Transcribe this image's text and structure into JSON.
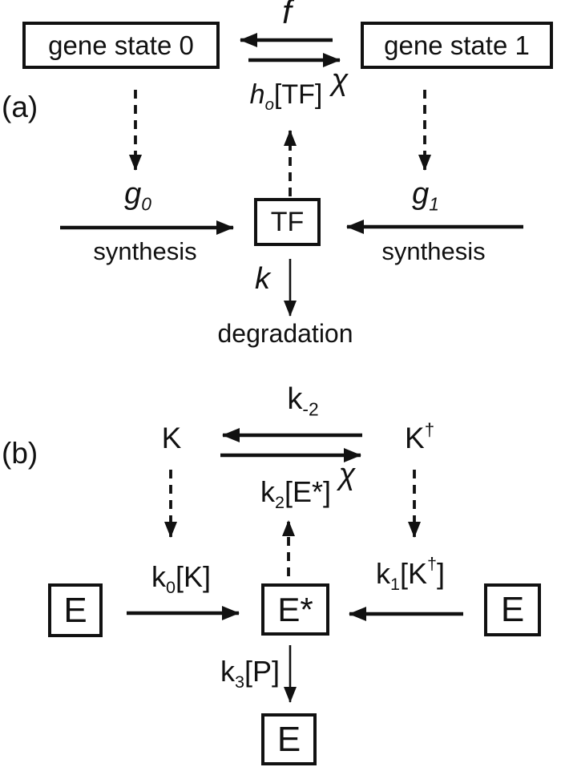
{
  "colors": {
    "ink": "#111111",
    "background": "#ffffff"
  },
  "panel_a": {
    "panel_label": "(a)",
    "boxes": {
      "gene_state_0": "gene state 0",
      "gene_state_1": "gene state 1",
      "tf": "TF"
    },
    "labels": {
      "f": "f",
      "chi": "χ",
      "h": {
        "base": "h",
        "sub": "o",
        "rest": "[TF]"
      },
      "g0": {
        "base": "g",
        "sub": "0"
      },
      "g1": {
        "base": "g",
        "sub": "1"
      },
      "synthesis_left": "synthesis",
      "synthesis_right": "synthesis",
      "k": "k",
      "degradation": "degradation"
    }
  },
  "panel_b": {
    "panel_label": "(b)",
    "boxes": {
      "e_left": "E",
      "e_star": "E*",
      "e_right": "E",
      "e_bottom": "E"
    },
    "labels": {
      "K": "K",
      "K_dagger": {
        "base": "K",
        "sup": "†"
      },
      "k_minus2": {
        "base": "k",
        "sub": "-2"
      },
      "chi": "χ",
      "k2": {
        "base": "k",
        "sub": "2",
        "rest": "[E*]"
      },
      "k0": {
        "base": "k",
        "sub": "0",
        "rest": "[K]"
      },
      "k1": {
        "base": "k",
        "sub": "1",
        "mid": "[K",
        "sup": "†",
        "end": "]"
      },
      "k3": {
        "base": "k",
        "sub": "3",
        "rest": "[P]"
      }
    }
  }
}
